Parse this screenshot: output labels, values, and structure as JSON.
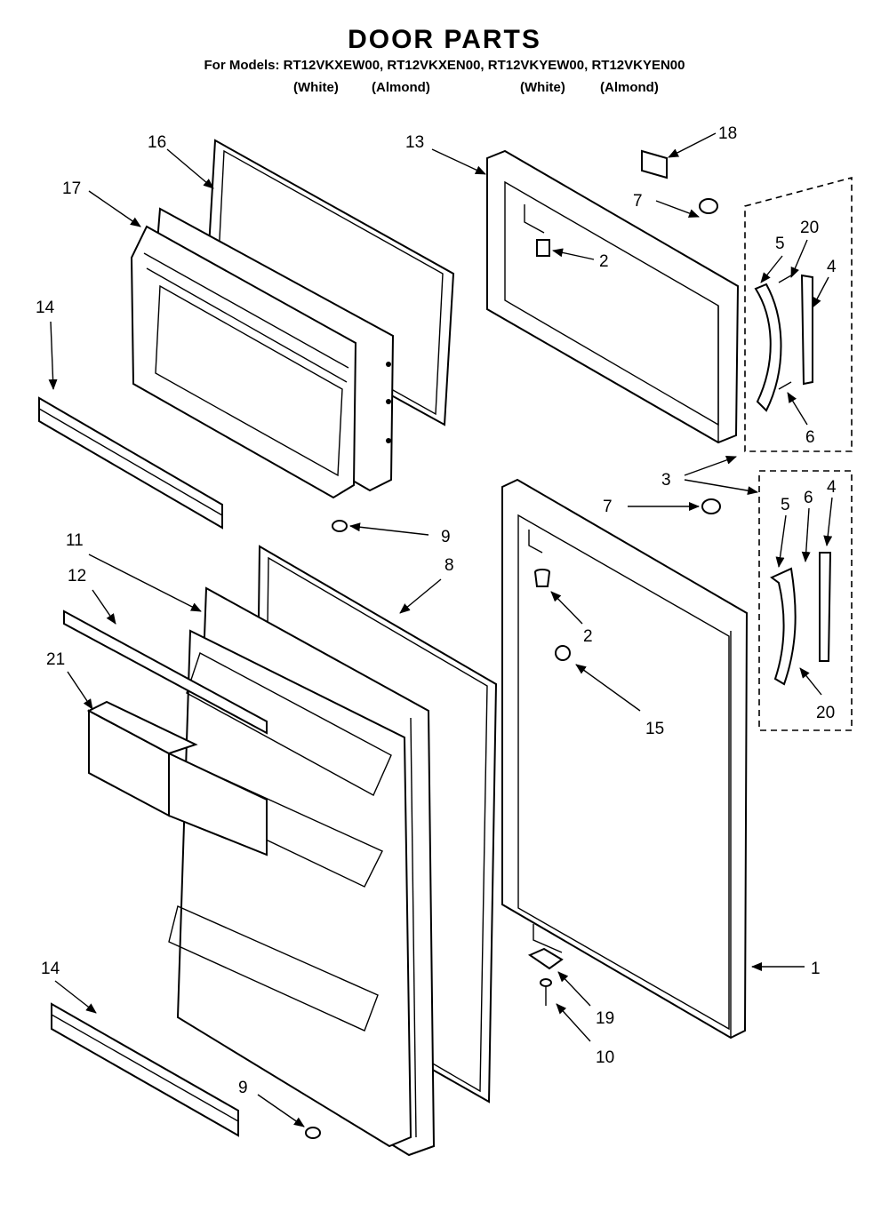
{
  "header": {
    "title": "DOOR PARTS",
    "models": "For Models: RT12VKXEW00, RT12VKXEN00, RT12VKYEW00, RT12VKYEN00",
    "color_white_1": "(White)",
    "color_almond_1": "(Almond)",
    "color_white_2": "(White)",
    "color_almond_2": "(Almond)"
  },
  "callouts": {
    "c16": "16",
    "c17": "17",
    "c14a": "14",
    "c13": "13",
    "c18": "18",
    "c7a": "7",
    "c2a": "2",
    "c5a": "5",
    "c20a": "20",
    "c4a": "4",
    "c6a": "6",
    "c3": "3",
    "c9a": "9",
    "c11": "11",
    "c8": "8",
    "c12": "12",
    "c21": "21",
    "c7b": "7",
    "c5b": "5",
    "c6b": "6",
    "c4b": "4",
    "c2b": "2",
    "c15": "15",
    "c20b": "20",
    "c1": "1",
    "c19": "19",
    "c10": "10",
    "c14b": "14",
    "c9b": "9"
  }
}
